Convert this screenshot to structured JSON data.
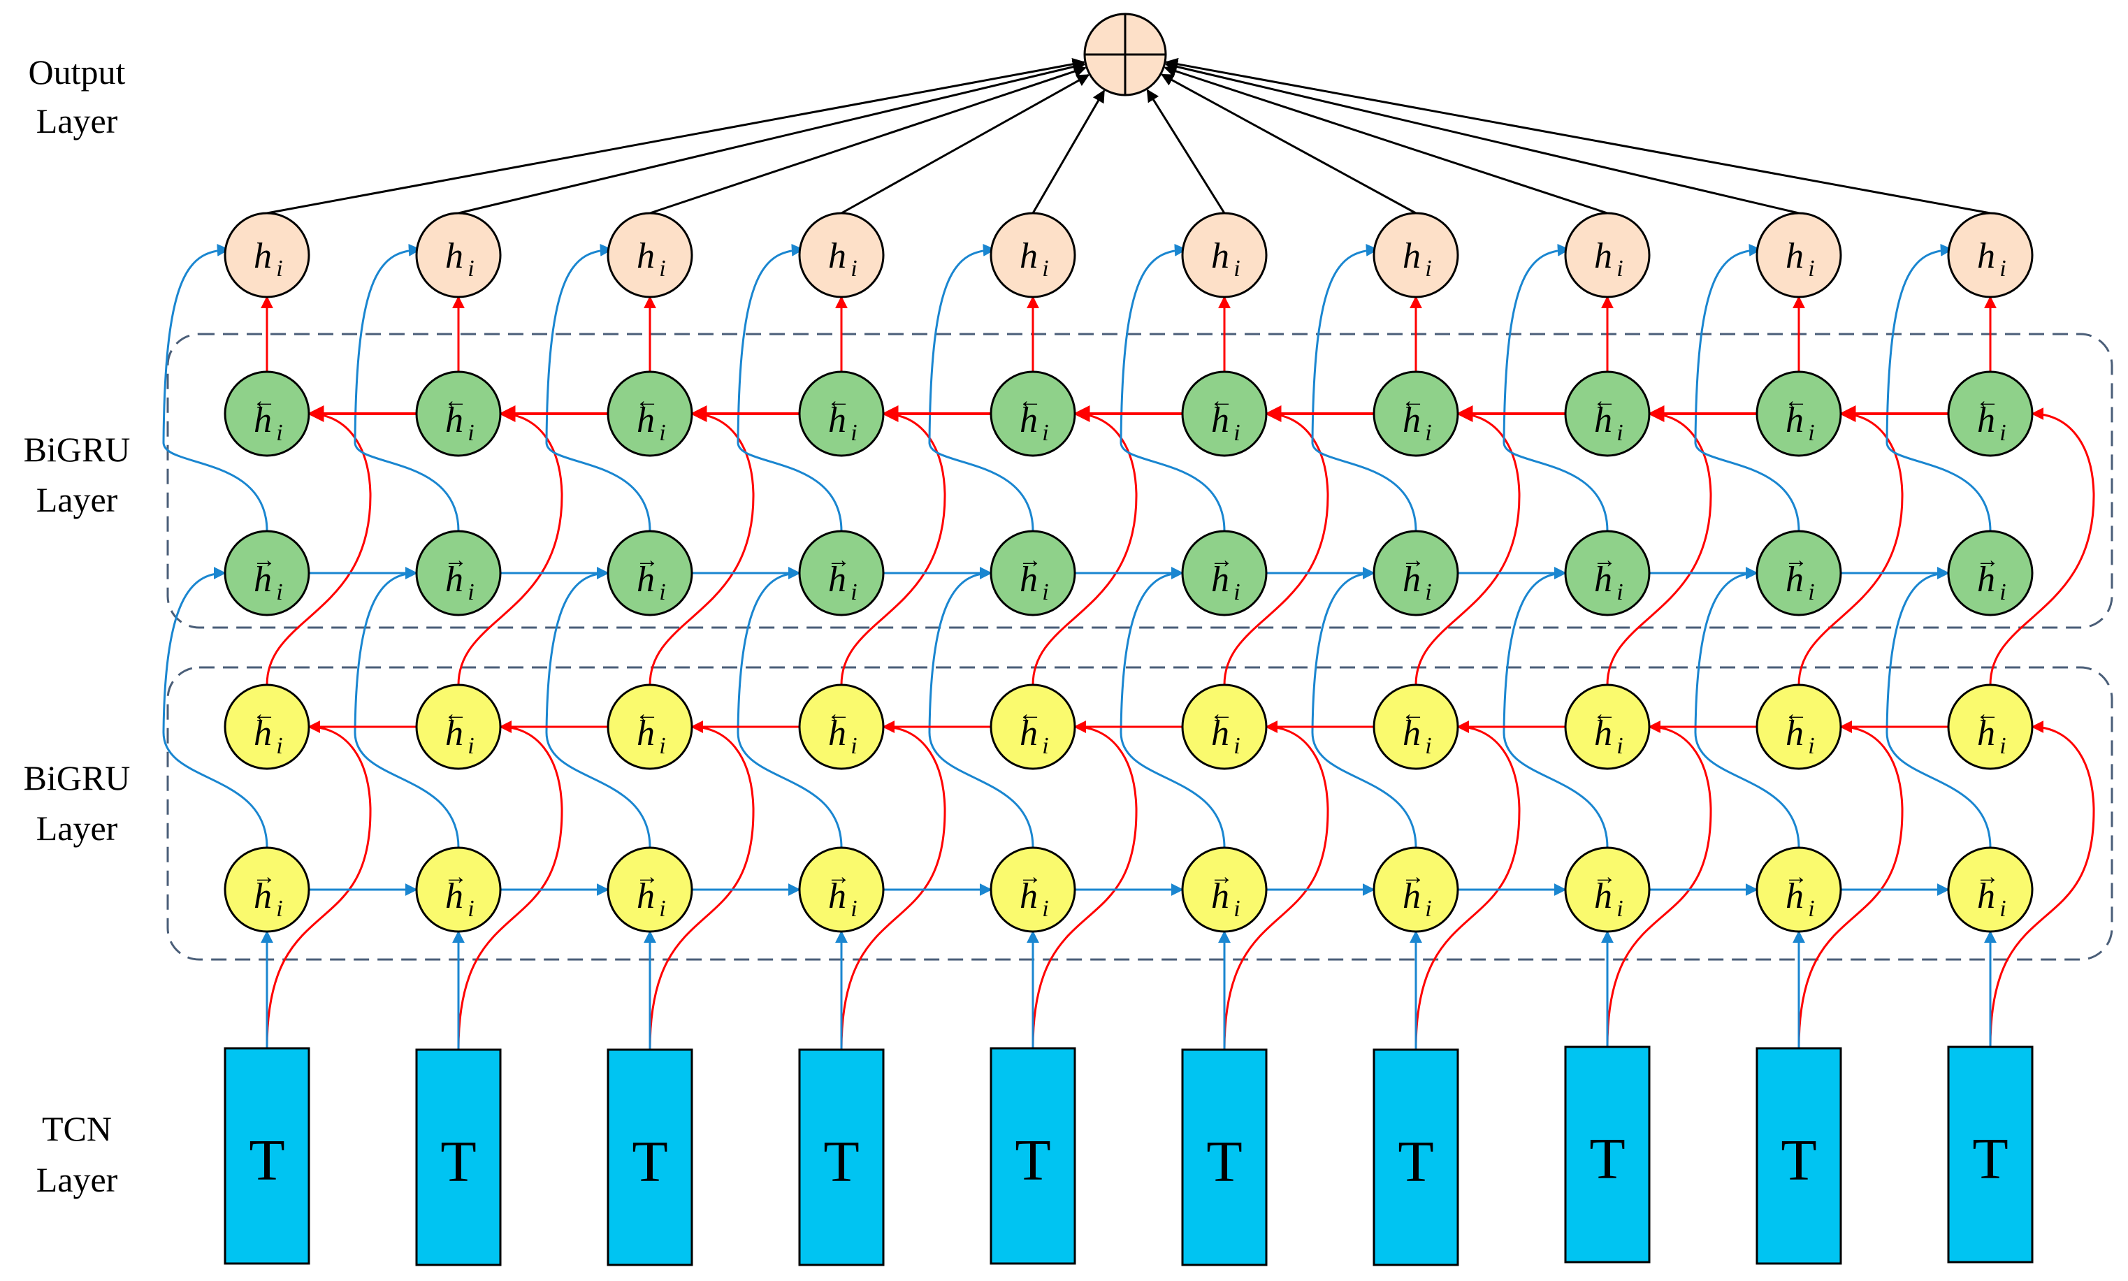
{
  "layers": [
    {
      "id": "output",
      "lines": [
        "Output",
        "Layer"
      ]
    },
    {
      "id": "bigru-top",
      "lines": [
        "BiGRU",
        "Layer"
      ]
    },
    {
      "id": "bigru-bottom",
      "lines": [
        "BiGRU",
        "Layer"
      ]
    },
    {
      "id": "tcn",
      "lines": [
        "TCN",
        "Layer"
      ]
    }
  ],
  "node_labels": {
    "hidden": "h",
    "subscript": "i",
    "tcn_block": "T",
    "backward_arrow": "←",
    "forward_arrow": "→"
  },
  "timesteps": 10,
  "colors": {
    "output_node": "#fde0c8",
    "top_gru_node": "#8fd18a",
    "bottom_gru_node": "#fafa6e",
    "tcn_block": "#00c4f2",
    "forward_arrow": "#1a86d0",
    "backward_arrow": "#ff0000",
    "combine_arrow": "#000000",
    "group_border": "#4a5e78"
  }
}
